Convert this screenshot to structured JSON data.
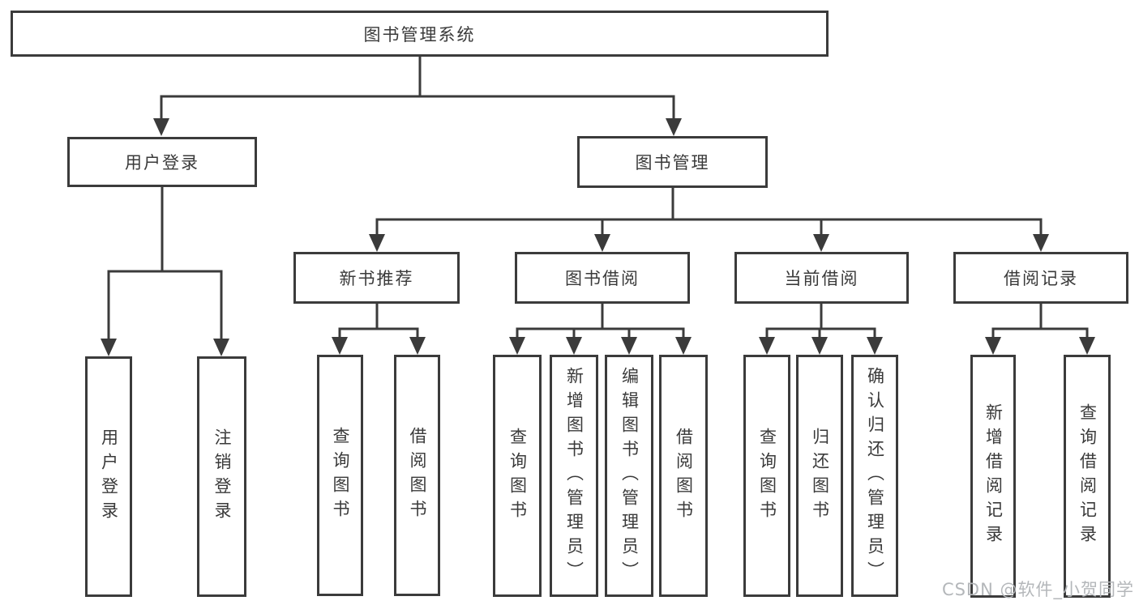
{
  "diagram_type": "functional-structure-tree",
  "colors": {
    "background": "#ffffff",
    "line": "#3b3b3b",
    "box_border": "#3b3b3b",
    "box_fill": "#ffffff",
    "text": "#3a3a3a",
    "watermark": "#b4b7ba"
  },
  "tree": {
    "root": {
      "label": "图书管理系统"
    },
    "children": [
      {
        "label": "用户登录",
        "children": [
          {
            "label": "用户登录"
          },
          {
            "label": "注销登录"
          }
        ]
      },
      {
        "label": "图书管理",
        "children": [
          {
            "label": "新书推荐",
            "children": [
              {
                "label": "查询图书"
              },
              {
                "label": "借阅图书"
              }
            ]
          },
          {
            "label": "图书借阅",
            "children": [
              {
                "label": "查询图书"
              },
              {
                "label": "新增图书（管理员）"
              },
              {
                "label": "编辑图书（管理员）"
              },
              {
                "label": "借阅图书"
              }
            ]
          },
          {
            "label": "当前借阅",
            "children": [
              {
                "label": "查询图书"
              },
              {
                "label": "归还图书"
              },
              {
                "label": "确认归还（管理员）"
              }
            ]
          },
          {
            "label": "借阅记录",
            "children": [
              {
                "label": "新增借阅记录"
              },
              {
                "label": "查询借阅记录"
              }
            ]
          }
        ]
      }
    ]
  },
  "watermark": {
    "text": "CSDN @软件_小贺同学"
  }
}
